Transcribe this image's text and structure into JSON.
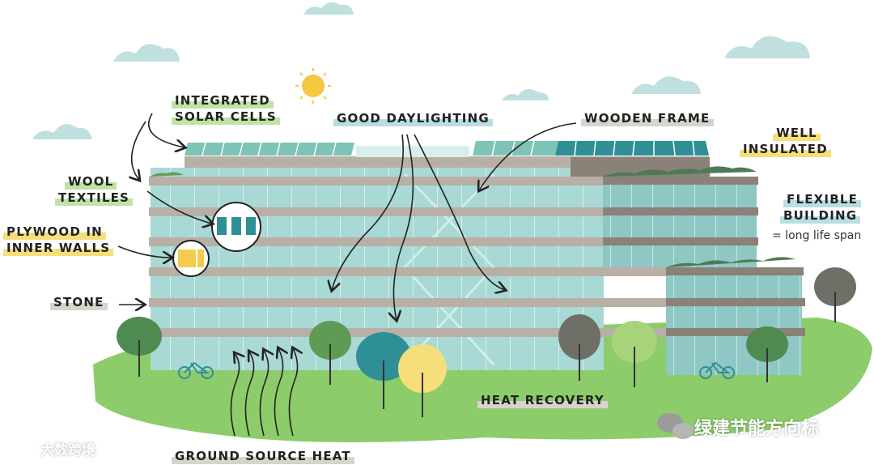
{
  "labels": {
    "integrated_1": "INTEGRATED",
    "integrated_2": "SOLAR CELLS",
    "good_daylighting": "GOOD DAYLIGHTING",
    "wooden_frame": "WOODEN FRAME",
    "well_1": "WELL",
    "well_2": "INSULATED",
    "wool_1": "WOOL",
    "wool_2": "TEXTILES",
    "flexible_1": "FLEXIBLE",
    "flexible_2": "BUILDING",
    "flexible_note": "= long life span",
    "plywood_1": "PLYWOOD IN",
    "plywood_2": "INNER WALLS",
    "stone": "STONE",
    "heat_recovery": "HEAT RECOVERY",
    "ground_source_heat": "GROUND SOURCE HEAT"
  },
  "watermarks": {
    "left": "大数跨境",
    "right": "绿建节能方向标"
  },
  "colors": {
    "glass": "#a8d8d4",
    "glass_dark": "#7fb6b2",
    "slab": "#b8b0a6",
    "slab_dark": "#8a8178",
    "grass": "#8ccc6a",
    "solar": "#2f8f96",
    "sun": "#f5c842",
    "cloud": "#bfe0df"
  }
}
